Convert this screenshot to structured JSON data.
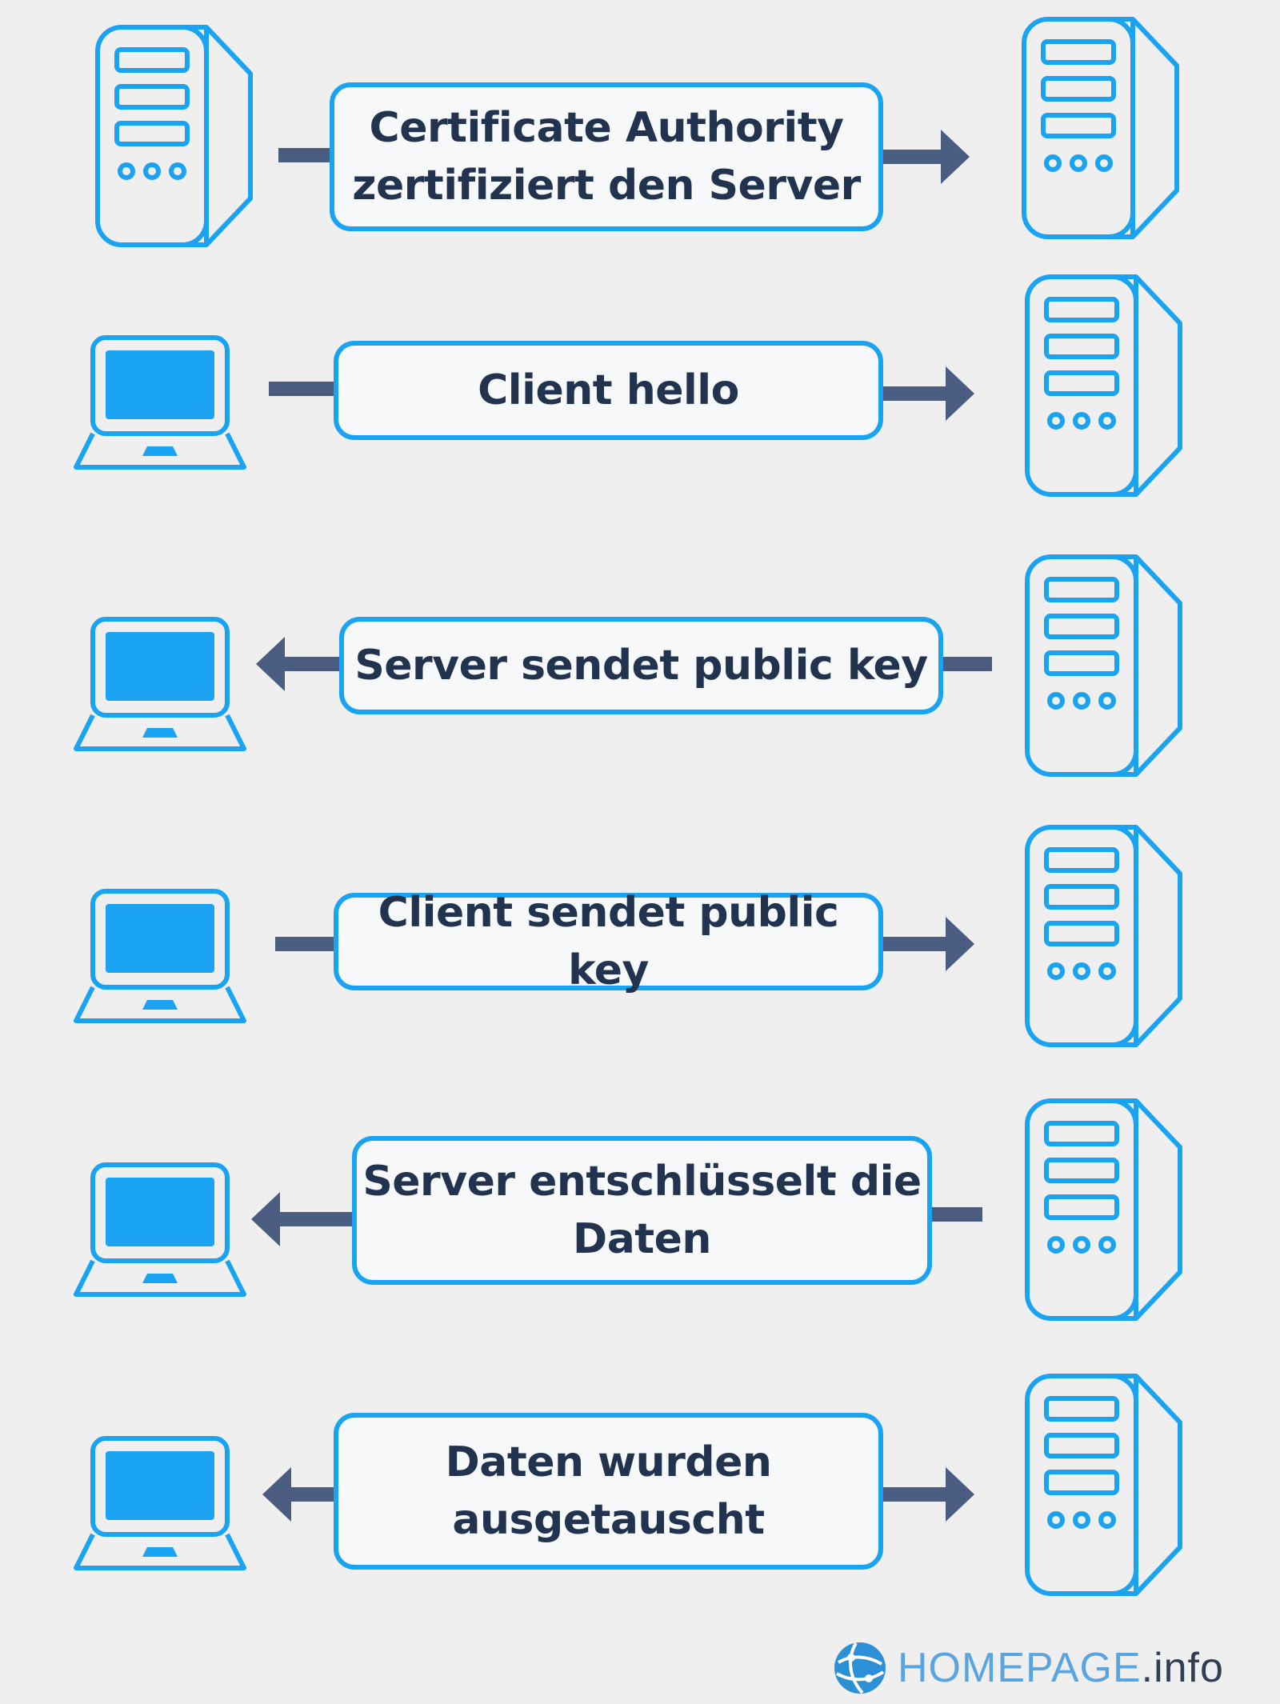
{
  "colors": {
    "background": "#efefef",
    "accent": "#1aa3f0",
    "arrow": "#4a5c80",
    "text": "#22334f",
    "box_fill": "#f7f8f9"
  },
  "icons": {
    "server": "server-icon",
    "laptop": "laptop-icon",
    "logo": "globe-icon"
  },
  "steps": [
    {
      "label": "Certificate Authority zertifiziert den Server",
      "lines": [
        "Certificate Authority",
        "zertifiziert den Server"
      ],
      "left_device": "server",
      "direction": "right"
    },
    {
      "label": "Client hello",
      "lines": [
        "Client hello"
      ],
      "left_device": "laptop",
      "direction": "right"
    },
    {
      "label": "Server sendet public key",
      "lines": [
        "Server sendet public key"
      ],
      "left_device": "laptop",
      "direction": "left"
    },
    {
      "label": "Client sendet public key",
      "lines": [
        "Client sendet public key"
      ],
      "left_device": "laptop",
      "direction": "right"
    },
    {
      "label": "Server entschlüsselt die Daten",
      "lines": [
        "Server entschlüsselt die",
        "Daten"
      ],
      "left_device": "laptop",
      "direction": "left"
    },
    {
      "label": "Daten wurden ausgetauscht",
      "lines": [
        "Daten wurden",
        "ausgetauscht"
      ],
      "left_device": "laptop",
      "direction": "both"
    }
  ],
  "logo": {
    "brand": "HOMEPAGE",
    "suffix": ".info"
  }
}
